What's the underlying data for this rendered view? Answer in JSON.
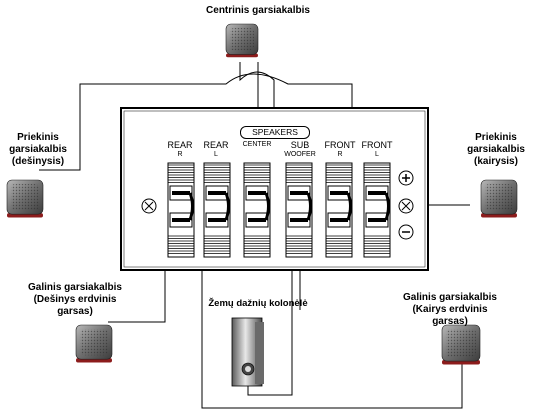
{
  "labels": {
    "center": "Centrinis garsiakalbis",
    "front_right": [
      "Priekinis",
      "garsiakalbis",
      "(dešinysis)"
    ],
    "front_left": [
      "Priekinis",
      "garsiakalbis",
      "(kairysis)"
    ],
    "rear_right": [
      "Galinis garsiakalbis",
      "(Dešinys erdvinis",
      "garsas)"
    ],
    "rear_left": [
      "Galinis garsiakalbis",
      "(Kairys erdvinis",
      "garsas)"
    ],
    "subwoofer": "Žemų dažnių kolonėlė"
  },
  "panel": {
    "header": "SPEAKERS",
    "channels": [
      {
        "top": "REAR",
        "sub": "R"
      },
      {
        "top": "REAR",
        "sub": "L"
      },
      {
        "top": "",
        "sub": "CENTER"
      },
      {
        "top": "SUB",
        "sub": "WOOFER"
      },
      {
        "top": "FRONT",
        "sub": "R"
      },
      {
        "top": "FRONT",
        "sub": "L"
      }
    ],
    "plus_symbol": "+",
    "minus_symbol": "−"
  },
  "colors": {
    "line": "#000000",
    "panel_fill": "#f2f2f2",
    "speaker_grille": "#7a7a7a",
    "speaker_dark": "#3a3a3a",
    "speaker_base": "#8c1c1c"
  }
}
